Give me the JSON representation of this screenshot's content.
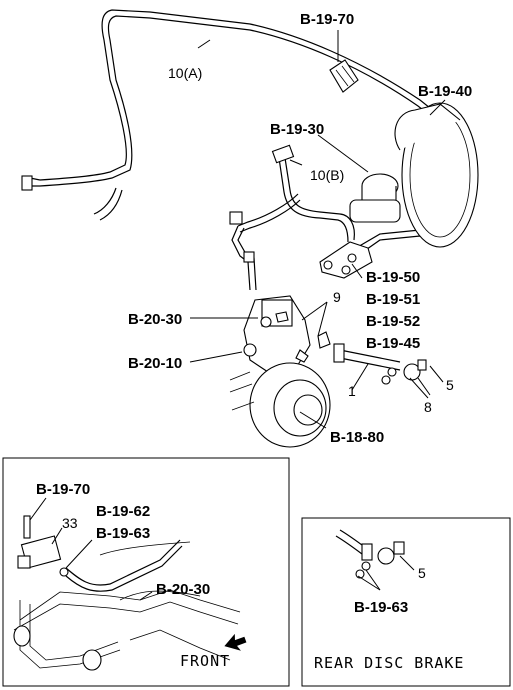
{
  "labels": {
    "b1970_top": "B-19-70",
    "b1940": "B-19-40",
    "b1930": "B-19-30",
    "b1950": "B-19-50",
    "b1951": "B-19-51",
    "b1952": "B-19-52",
    "b1945": "B-19-45",
    "b2030_top": "B-20-30",
    "b2010": "B-20-10",
    "b1880": "B-18-80",
    "b1970_inset": "B-19-70",
    "b1962": "B-19-62",
    "b1963_inset": "B-19-63",
    "b2030_inset": "B-20-30",
    "b1963_rear": "B-19-63"
  },
  "numbers": {
    "pipe_a": "10(A)",
    "pipe_b": "10(B)",
    "n9": "9",
    "n1": "1",
    "n5": "5",
    "n8": "8",
    "n33": "33",
    "n5_rear": "5"
  },
  "captions": {
    "front": "FRONT",
    "rear_disc_brake": "REAR DISC BRAKE"
  }
}
